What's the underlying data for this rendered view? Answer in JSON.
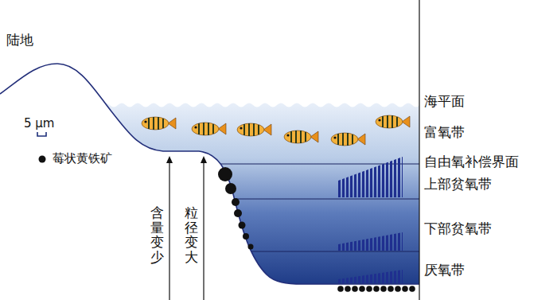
{
  "diagram": {
    "labels": [
      "陆地",
      "5 μm",
      "海平面",
      "富氧带",
      "自由氧补偿界面",
      "上部贫氧带",
      "下部贫氧带",
      "厌氧带",
      "含量变少",
      "粒径变大"
    ],
    "legend": [
      {
        "text": "莓状黄铁矿"
      }
    ]
  }
}
